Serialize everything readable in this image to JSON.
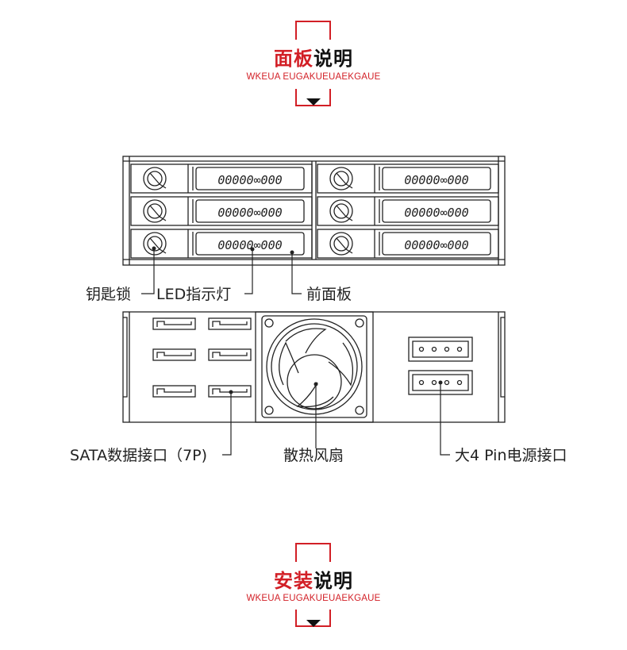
{
  "section1": {
    "title_red": "面板",
    "title_black": "说明",
    "subtitle": "WKEUA EUGAKUEUAEKGAUE"
  },
  "section2": {
    "title_red": "安装",
    "title_black": "说明",
    "subtitle": "WKEUA EUGAKUEUAEKGAUE"
  },
  "front_panel": {
    "slot_label": "00000∞000",
    "labels": {
      "key_lock": "钥匙锁",
      "led": "LED指示灯",
      "front_panel": "前面板"
    }
  },
  "rear_panel": {
    "labels": {
      "sata": "SATA数据接口（7P)",
      "fan": "散热风扇",
      "power": "大4 Pin电源接口"
    }
  },
  "colors": {
    "accent": "#d21f26",
    "line": "#222222"
  }
}
